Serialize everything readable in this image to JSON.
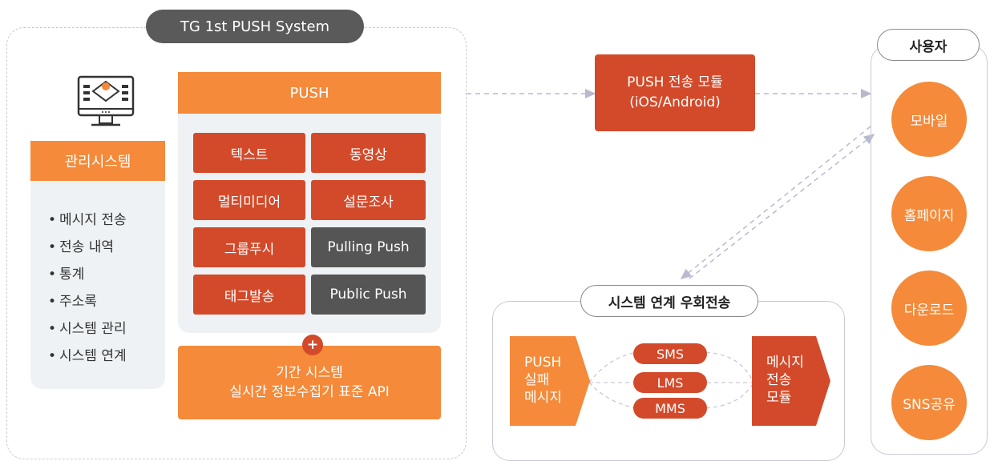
{
  "system": {
    "title": "TG 1st PUSH System",
    "admin": {
      "title": "관리시스템",
      "items": [
        "메시지 전송",
        "전송 내역",
        "통계",
        "주소록",
        "시스템 관리",
        "시스템 연계"
      ]
    },
    "push": {
      "title": "PUSH",
      "buttons": [
        "텍스트",
        "동영상",
        "멀티미디어",
        "설문조사",
        "그룹푸시",
        "Pulling Push",
        "태그발송",
        "Public Push"
      ],
      "plus": "+",
      "api_line1": "기간 시스템",
      "api_line2": "실시간 정보수집기 표준 API"
    }
  },
  "module": {
    "line1": "PUSH 전송 모듈",
    "line2": "(iOS/Android)"
  },
  "bypass": {
    "title": "시스템 연계 우회전송",
    "left_lines": [
      "PUSH",
      "실패",
      "메시지"
    ],
    "channels": [
      "SMS",
      "LMS",
      "MMS"
    ],
    "right_lines": [
      "메시지",
      "전송",
      "모듈"
    ]
  },
  "users": {
    "title": "사용자",
    "items": [
      "모바일",
      "홈페이지",
      "다운로드",
      "SNS공유"
    ]
  },
  "colors": {
    "orange": "#f48a3a",
    "red": "#d34a2a",
    "dark_grey": "#555555",
    "panel": "#eef2f5"
  }
}
